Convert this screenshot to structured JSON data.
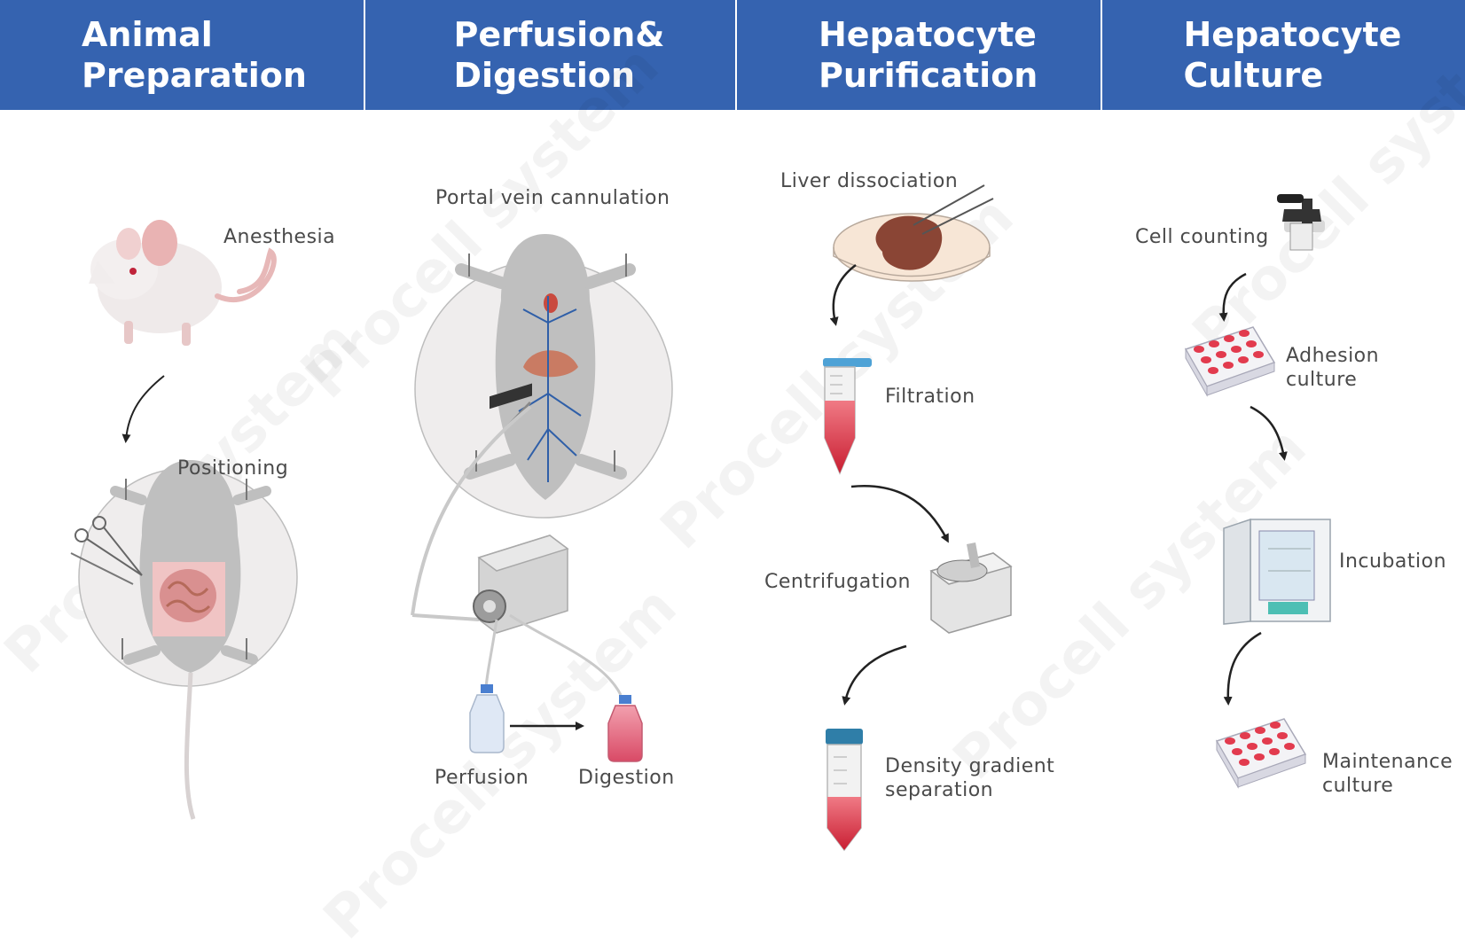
{
  "columns": [
    {
      "title_line1": "Animal",
      "title_line2": "Preparation"
    },
    {
      "title_line1": "Perfusion&",
      "title_line2": "Digestion"
    },
    {
      "title_line1": "Hepatocyte",
      "title_line2": "Purification"
    },
    {
      "title_line1": "Hepatocyte",
      "title_line2": "Culture"
    }
  ],
  "steps": {
    "anesthesia": "Anesthesia",
    "positioning": "Positioning",
    "portal_vein": "Portal vein cannulation",
    "perfusion": "Perfusion",
    "digestion": "Digestion",
    "liver_dissociation": "Liver dissociation",
    "filtration": "Filtration",
    "centrifugation": "Centrifugation",
    "density_line1": "Density gradient",
    "density_line2": "separation",
    "cell_counting": "Cell counting",
    "adhesion_line1": "Adhesion",
    "adhesion_line2": "culture",
    "incubation": "Incubation",
    "maintenance_line1": "Maintenance",
    "maintenance_line2": "culture"
  },
  "watermark": "Procell system",
  "colors": {
    "header": "#3563b0",
    "header_text": "#ffffff",
    "label": "#4a4a4a",
    "medium": "#e23b4e"
  }
}
